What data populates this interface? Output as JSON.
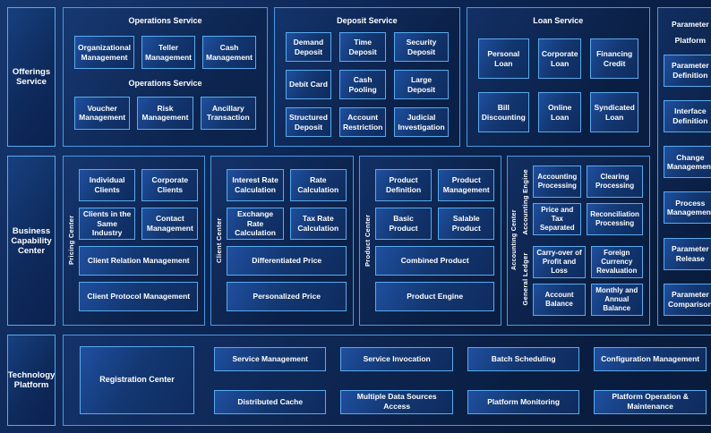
{
  "colors": {
    "background": "#0c2553",
    "panel_border": "#4a9ae2",
    "box_border": "#5aabee",
    "box_fill": "#133771",
    "text": "#ffffff"
  },
  "sidebar": {
    "offerings": "Offerings Service",
    "business": "Business Capability Center",
    "technology": "Technology Platform"
  },
  "operations": {
    "title": "Operations Service",
    "subtitle": "Operations Service",
    "row1": [
      "Organizational Management",
      "Teller Management",
      "Cash Management"
    ],
    "row2": [
      "Voucher Management",
      "Risk Management",
      "Ancillary Transaction"
    ]
  },
  "deposit": {
    "title": "Deposit Service",
    "items": [
      "Demand Deposit",
      "Time Deposit",
      "Security Deposit",
      "Debit Card",
      "Cash Pooling",
      "Large Deposit",
      "Structured Deposit",
      "Account Restriction",
      "Judicial Investigation"
    ]
  },
  "loan": {
    "title": "Loan Service",
    "items": [
      "Personal Loan",
      "Corporate Loan",
      "Financing Credit",
      "Bill Discounting",
      "Online Loan",
      "Syndicated Loan"
    ]
  },
  "parameter": {
    "line1": "Parameter",
    "line2": "Platform",
    "items": [
      "Parameter Definition",
      "Interface Definition",
      "Change Management",
      "Process Management",
      "Parameter Release",
      "Parameter Comparison"
    ]
  },
  "pricing_center": {
    "label": "Pricing Center",
    "grid": [
      "Individual Clients",
      "Corporate Clients",
      "Clients in the Same Industry",
      "Contact Management"
    ],
    "wide": [
      "Client Relation Management",
      "Client Protocol Management"
    ]
  },
  "client_center": {
    "label": "Client Center",
    "grid": [
      "Interest Rate Calculation",
      "Rate Calculation",
      "Exchange Rate Calculation",
      "Tax Rate Calculation"
    ],
    "wide": [
      "Differentiated Price",
      "Personalized Price"
    ]
  },
  "product_center": {
    "label": "Product Center",
    "grid": [
      "Product Definition",
      "Product Management",
      "Basic Product",
      "Salable Product"
    ],
    "wide": [
      "Combined Product",
      "Product Engine"
    ]
  },
  "accounting_center": {
    "label": "Accounting Center",
    "engine": {
      "label": "Accounting Engine",
      "items": [
        "Accounting Processing",
        "Clearing Processing",
        "Price and Tax Separated",
        "Reconciliation Processing"
      ]
    },
    "ledger": {
      "label": "General Ledger",
      "items": [
        "Carry-over of Profit and Loss",
        "Foreign Currency Revaluation",
        "Account Balance",
        "Monthly and Annual Balance"
      ]
    }
  },
  "technology": {
    "registration": "Registration Center",
    "row1": [
      "Service Management",
      "Service Invocation",
      "Batch Scheduling",
      "Configuration Management"
    ],
    "row2": [
      "Distributed Cache",
      "Multiple Data Sources Access",
      "Platform Monitoring",
      "Platform Operation & Maintenance"
    ]
  }
}
